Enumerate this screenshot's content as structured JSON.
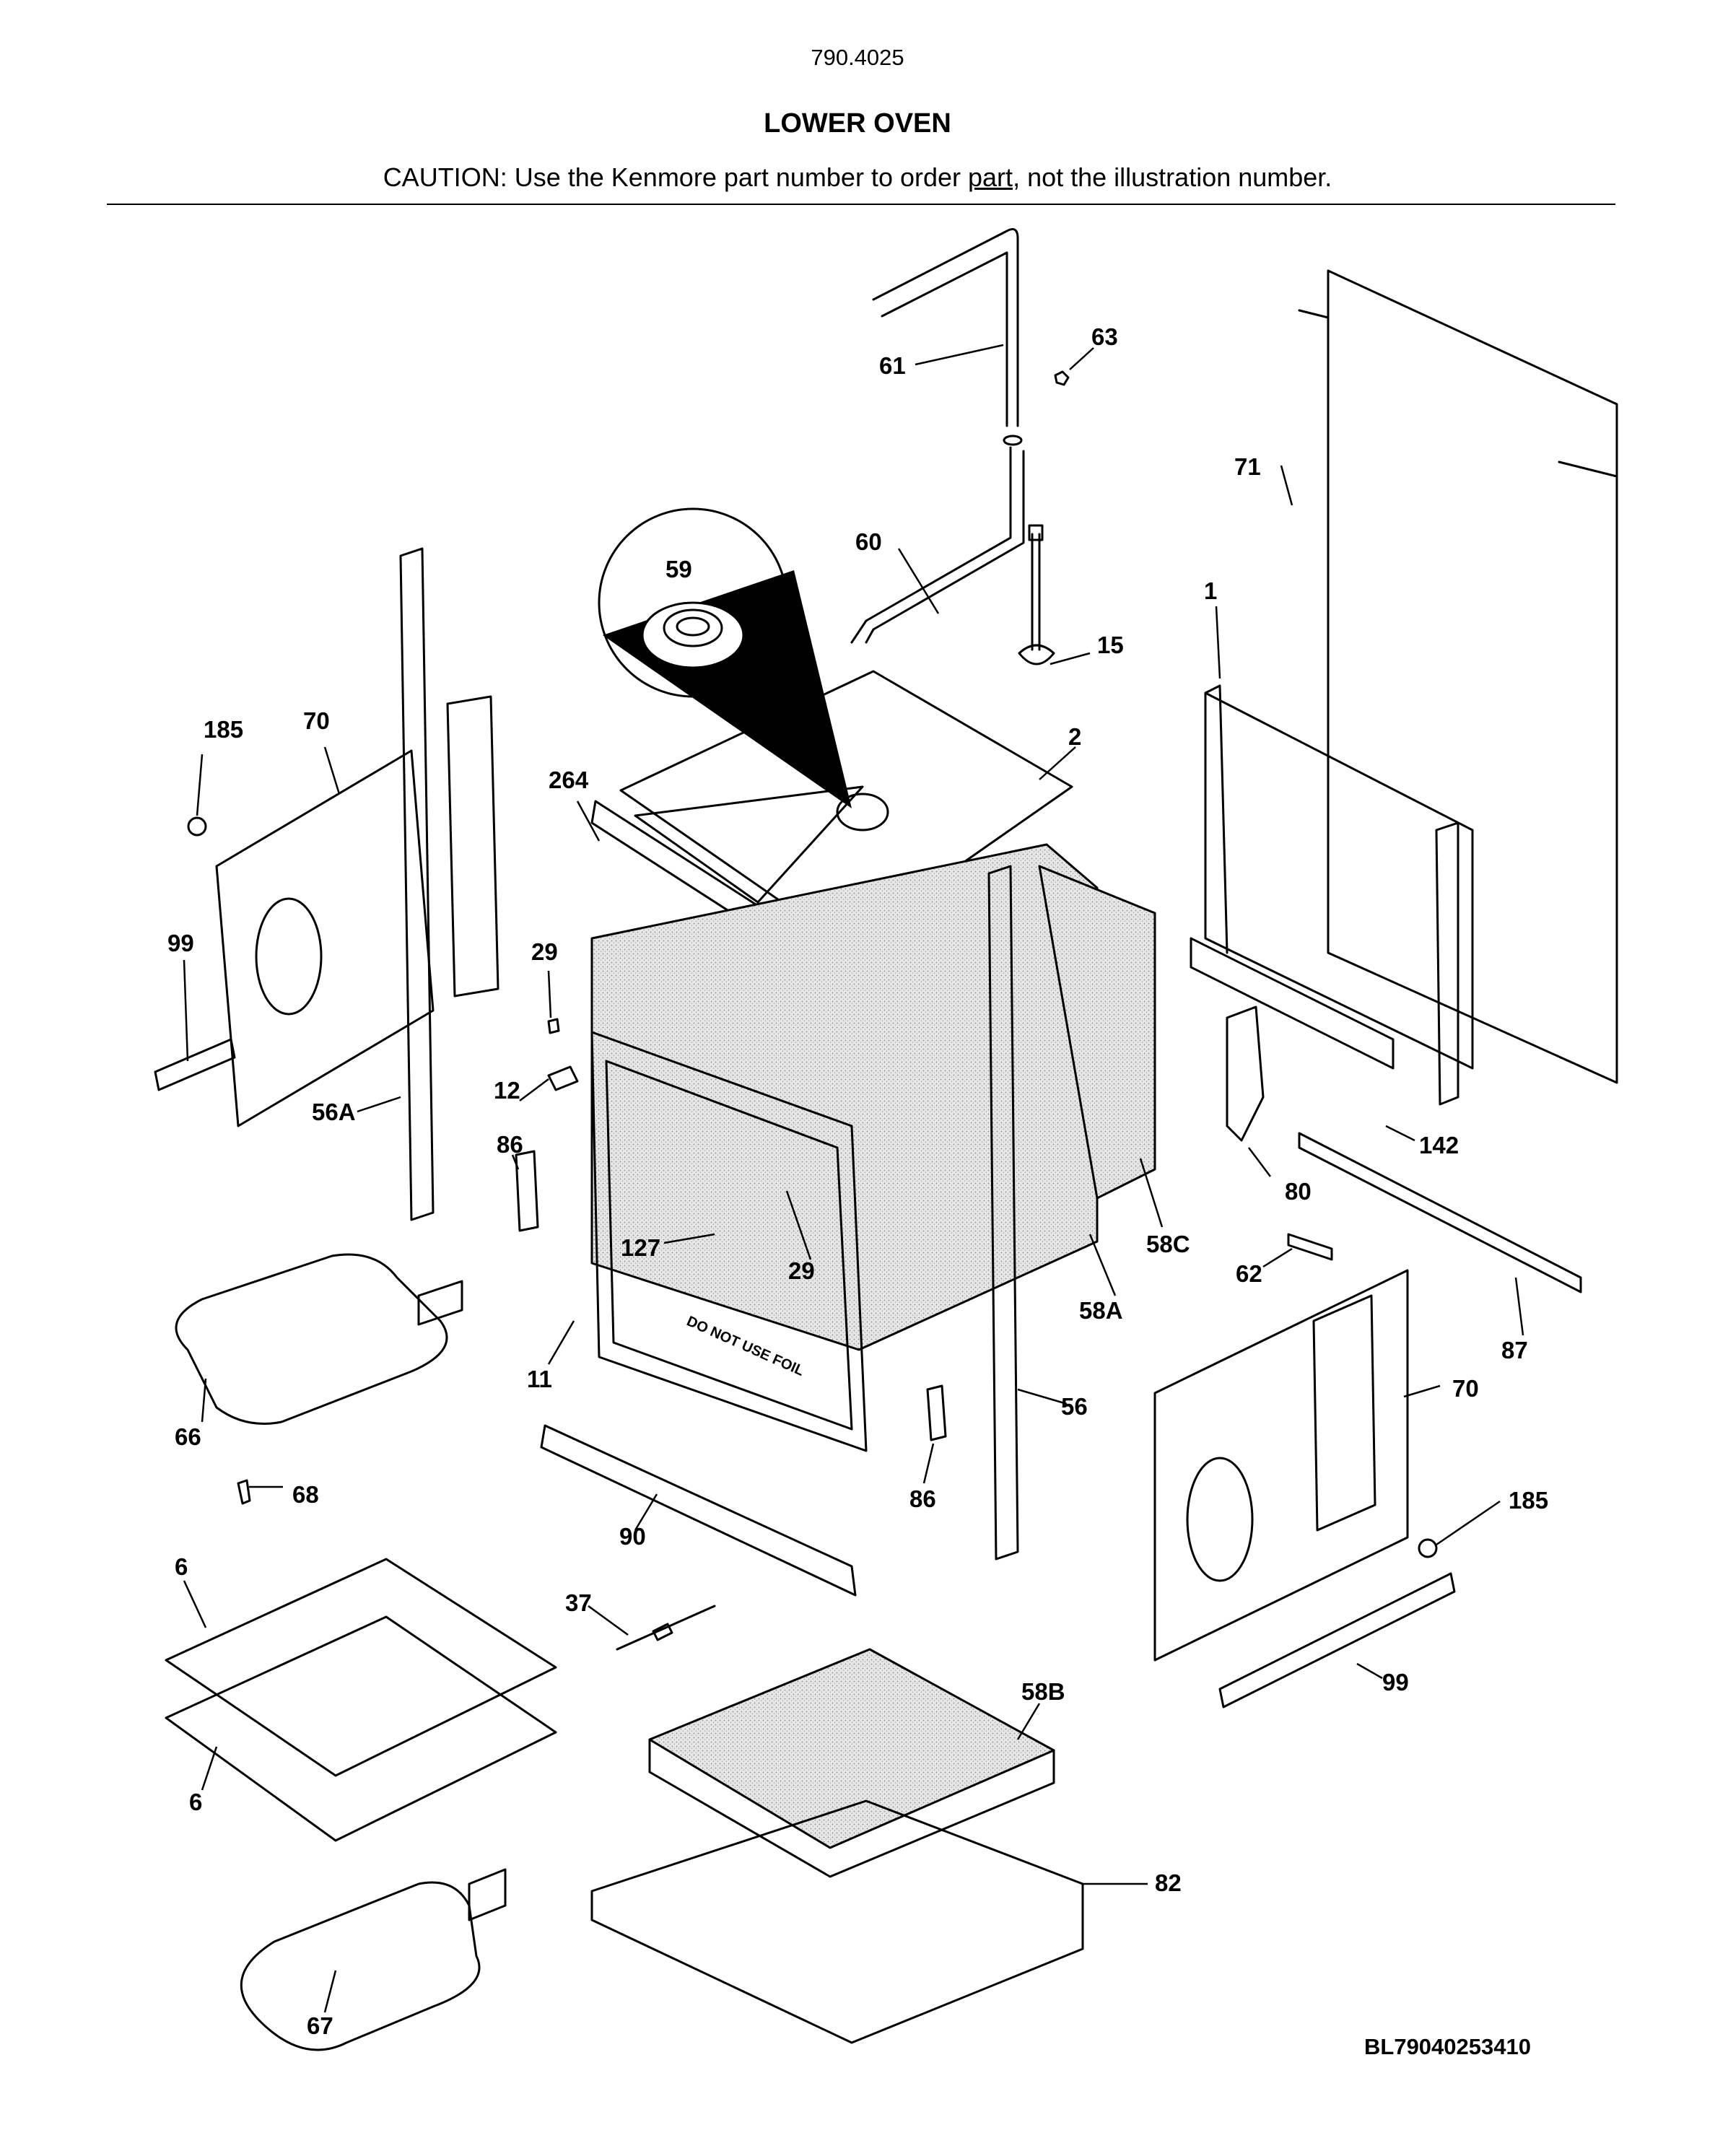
{
  "header": {
    "model_number": "790.4025",
    "section_title": "LOWER OVEN",
    "caution_prefix": "CAUTION: Use the Kenmore part number to order ",
    "caution_link": "part",
    "caution_suffix": ", not the illustration number."
  },
  "footer": {
    "drawing_code": "BL79040253410"
  },
  "callouts": [
    {
      "id": "61",
      "name": "callout-61"
    },
    {
      "id": "63",
      "name": "callout-63"
    },
    {
      "id": "71",
      "name": "callout-71"
    },
    {
      "id": "60",
      "name": "callout-60"
    },
    {
      "id": "59",
      "name": "callout-59"
    },
    {
      "id": "15",
      "name": "callout-15"
    },
    {
      "id": "1",
      "name": "callout-1"
    },
    {
      "id": "185",
      "name": "callout-185-left"
    },
    {
      "id": "70",
      "name": "callout-70-left"
    },
    {
      "id": "2",
      "name": "callout-2"
    },
    {
      "id": "264",
      "name": "callout-264"
    },
    {
      "id": "99",
      "name": "callout-99-left"
    },
    {
      "id": "29",
      "name": "callout-29-top"
    },
    {
      "id": "12",
      "name": "callout-12"
    },
    {
      "id": "56A",
      "name": "callout-56a"
    },
    {
      "id": "86",
      "name": "callout-86-left"
    },
    {
      "id": "142",
      "name": "callout-142"
    },
    {
      "id": "80",
      "name": "callout-80"
    },
    {
      "id": "58C",
      "name": "callout-58c"
    },
    {
      "id": "127",
      "name": "callout-127"
    },
    {
      "id": "29",
      "name": "callout-29-bottom"
    },
    {
      "id": "62",
      "name": "callout-62"
    },
    {
      "id": "58A",
      "name": "callout-58a"
    },
    {
      "id": "87",
      "name": "callout-87"
    },
    {
      "id": "11",
      "name": "callout-11"
    },
    {
      "id": "66",
      "name": "callout-66"
    },
    {
      "id": "56",
      "name": "callout-56"
    },
    {
      "id": "70",
      "name": "callout-70-right"
    },
    {
      "id": "68",
      "name": "callout-68"
    },
    {
      "id": "86",
      "name": "callout-86-right"
    },
    {
      "id": "185",
      "name": "callout-185-right"
    },
    {
      "id": "90",
      "name": "callout-90"
    },
    {
      "id": "6",
      "name": "callout-6-top"
    },
    {
      "id": "37",
      "name": "callout-37"
    },
    {
      "id": "99",
      "name": "callout-99-right"
    },
    {
      "id": "58B",
      "name": "callout-58b"
    },
    {
      "id": "6",
      "name": "callout-6-bottom"
    },
    {
      "id": "82",
      "name": "callout-82"
    },
    {
      "id": "67",
      "name": "callout-67"
    }
  ],
  "door_cavity_text": "DO NOT USE FOIL"
}
